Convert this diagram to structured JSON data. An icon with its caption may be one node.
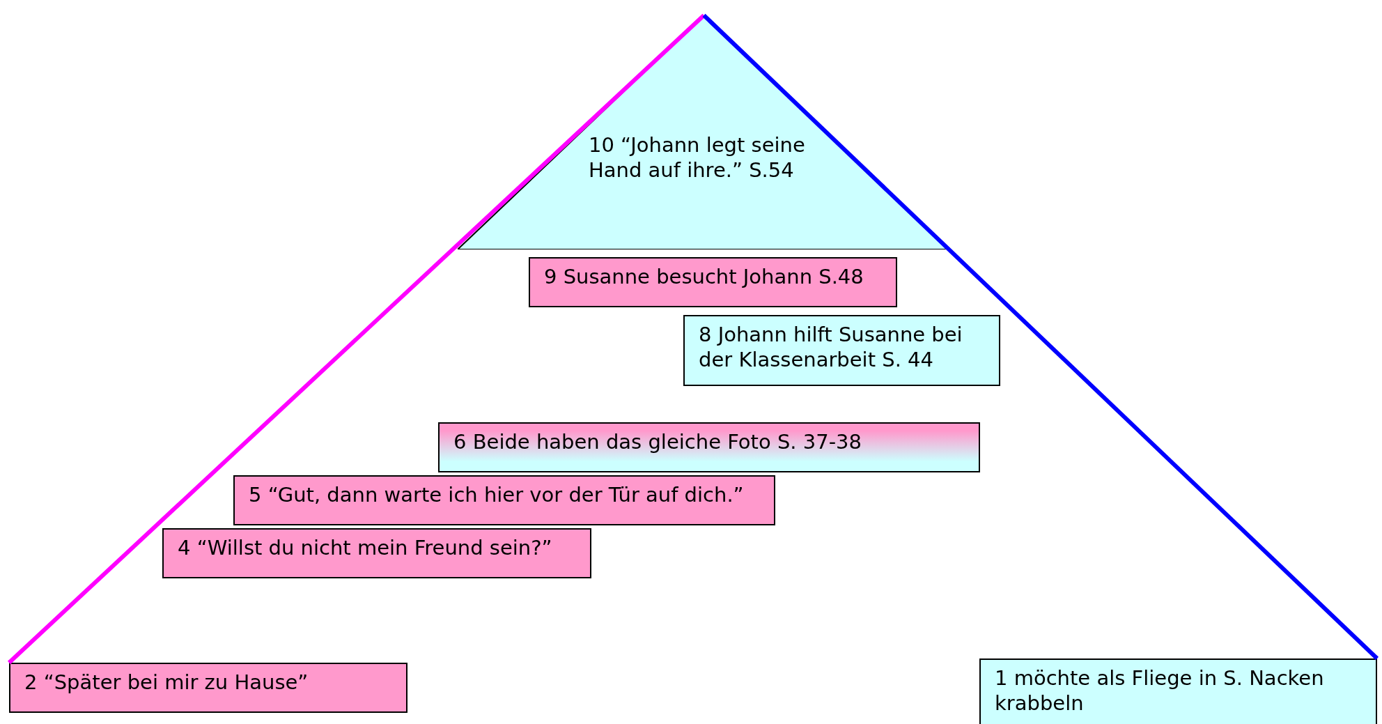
{
  "diagram": {
    "nodes": [
      {
        "text": [
          "10 “Johann legt seine Hand auf ihre.” S.54"
        ]
      },
      {
        "text": [
          "9 Susanne besucht Johann S.48"
        ]
      },
      {
        "text": [
          "8 Johann hilft Susanne bei der Klassenarbeit S. 44"
        ]
      },
      {
        "text": [
          "6 Beide haben das gleiche Foto S. 37-38"
        ]
      },
      {
        "text": [
          "5 “Gut, dann warte ich hier vor der Tür auf dich.”"
        ]
      },
      {
        "text": [
          "4 “Willst du nicht mein Freund sein?”"
        ]
      },
      {
        "text": [
          "2 “Später bei mir zu Hause”"
        ]
      },
      {
        "text": [
          "1 möchte als Fliege in S. Nacken krabbeln"
        ]
      }
    ],
    "edges": [
      {
        "from": 6,
        "to": 0,
        "arrow": "none",
        "color": "#ff00ff"
      },
      {
        "from": 0,
        "to": 7,
        "arrow": "none",
        "color": "#0000ff"
      }
    ]
  }
}
